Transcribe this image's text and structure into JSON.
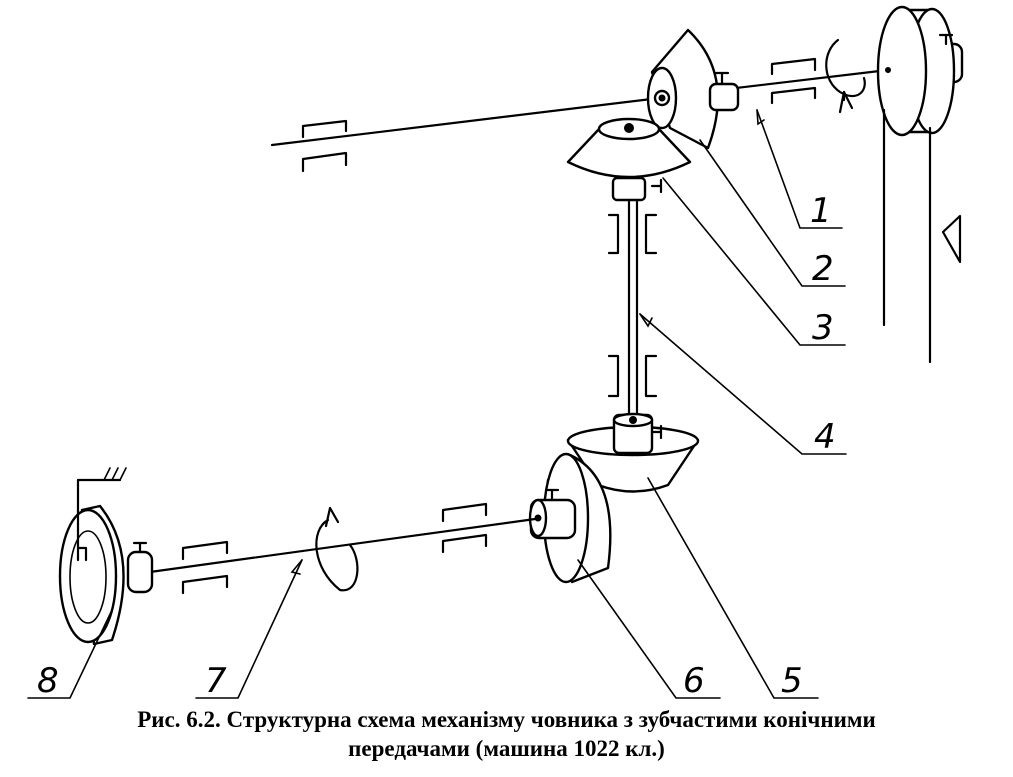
{
  "figure": {
    "caption_line1": "Рис. 6.2. Структурна схема механізму човника з зубчастими конічними",
    "caption_line2": "передачами (машина 1022 кл.)",
    "labels": [
      "1",
      "2",
      "3",
      "4",
      "5",
      "6",
      "7",
      "8"
    ]
  }
}
